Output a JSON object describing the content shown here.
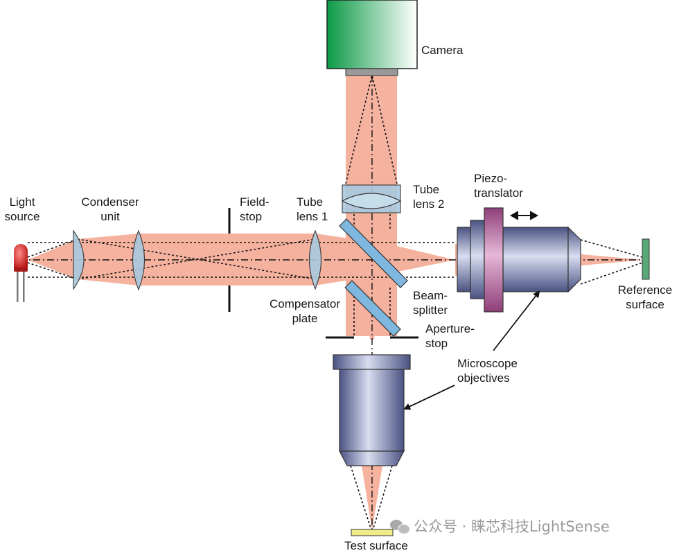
{
  "labels": {
    "camera": "Camera",
    "light_source": [
      "Light",
      "source"
    ],
    "condenser_unit": [
      "Condenser",
      "unit"
    ],
    "field_stop": [
      "Field-",
      "stop"
    ],
    "tube_lens_1": [
      "Tube",
      "lens 1"
    ],
    "tube_lens_2": [
      "Tube",
      "lens 2"
    ],
    "piezo_translator": [
      "Piezo-",
      "translator"
    ],
    "reference_surface": [
      "Reference",
      "surface"
    ],
    "beam_splitter": [
      "Beam-",
      "splitter"
    ],
    "compensator_plate": [
      "Compensator",
      "plate"
    ],
    "aperture_stop": [
      "Aperture-",
      "stop"
    ],
    "microscope_objectives": [
      "Microscope",
      "objectives"
    ],
    "test_surface": "Test surface"
  },
  "watermark": {
    "text": "公众号 · 睐芯科技LightSense"
  },
  "colors": {
    "beam": "#f3a58e",
    "beam_dark": "#ee8a6e",
    "lens": "#a9c9e0",
    "camera_green": "#0b9a45",
    "objective": "#7f87b0",
    "piezo": "#9a4d86",
    "reference": "#5aa878",
    "test_surface": "#f2e98a",
    "led": "#d92a2a"
  }
}
